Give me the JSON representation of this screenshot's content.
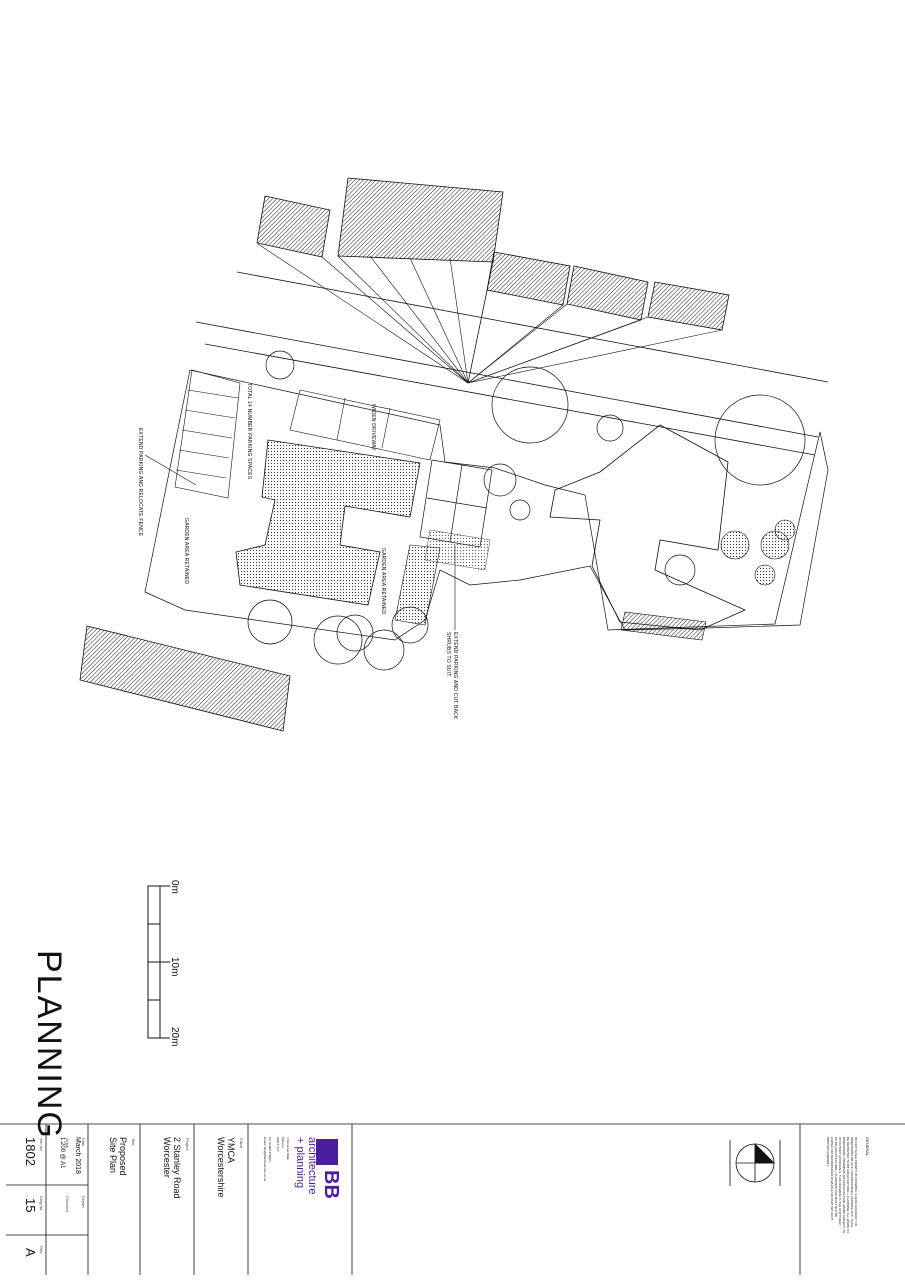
{
  "stamp": "PLANNING",
  "annotations": {
    "extend_parking_fence": "EXTEND PARKING AND RELOCATE FENCE",
    "total_parking": "TOTAL 14 NUMBER PARKING SPACES",
    "widen_driveway": "WIDEN DRIVEWAY",
    "garden_retained_1": "GARDEN AREA RETAINED",
    "garden_retained_2": "GARDEN AREA RETAINED",
    "extend_cut_back_1": "EXTEND PARKING AND CUT BACK",
    "extend_cut_back_2": "SHRUBS TO SUIT"
  },
  "scale_bar": {
    "labels": [
      "0m",
      "10m",
      "20m"
    ]
  },
  "title_block": {
    "job_no_label": "Job No.",
    "job_no": "1802",
    "date_label": "Date",
    "date": "March 2018",
    "scale_label": "Scale",
    "scale": "1:200 @ A1",
    "drawn_label": "Drawn",
    "checked_label": "Checked",
    "dwg_no_label": "Dwg No.",
    "dwg_no": "15",
    "rev_label": "Rev.",
    "rev": "A",
    "title_label": "Title",
    "title_line1": "Proposed",
    "title_line2": "Site Plan",
    "project_label": "Project",
    "project_line1": "2 Stanley Road",
    "project_line2": "Worcester",
    "client_label": "Client",
    "client_line1": "YMCA",
    "client_line2": "Worcestershire",
    "firm_logo": "BB",
    "firm_line1": "architecture",
    "firm_line2": "+ planning",
    "firm_address": [
      "4 Somerset Walk",
      "Malvern",
      "WR14 1XY",
      "Tel: 01905 270064",
      "Email: info@bbarchitecture.co.uk"
    ],
    "general_label": "GENERAL",
    "general_notes": [
      "DO NOT SCALE FROM THIS DRAWING. CHECK ACCURACY OF",
      "DIMENSIONS ON SITE. DISCREPANCIES, ERRORS, ETC. SHALL",
      "BE REPORTED TO BB ARCHITECTURE + PLANNING. ALL WORK TO",
      "DIMENSIONS, DRAWINGS OR SPECIFICATION. WORK SUBJECT TO",
      "STATUTORY APPROVALS. THIS DRAWING IS THE COPYRIGHT",
      "OF BB ARCHITECTURE + PLANNING AND MUST NOT BE",
      "COPIED OR REPRODUCED IN WHOLE OR PART WITHOUT",
      "WRITTEN CONSENT."
    ]
  },
  "colors": {
    "ink": "#111111",
    "brand": "#4a1e9c"
  }
}
